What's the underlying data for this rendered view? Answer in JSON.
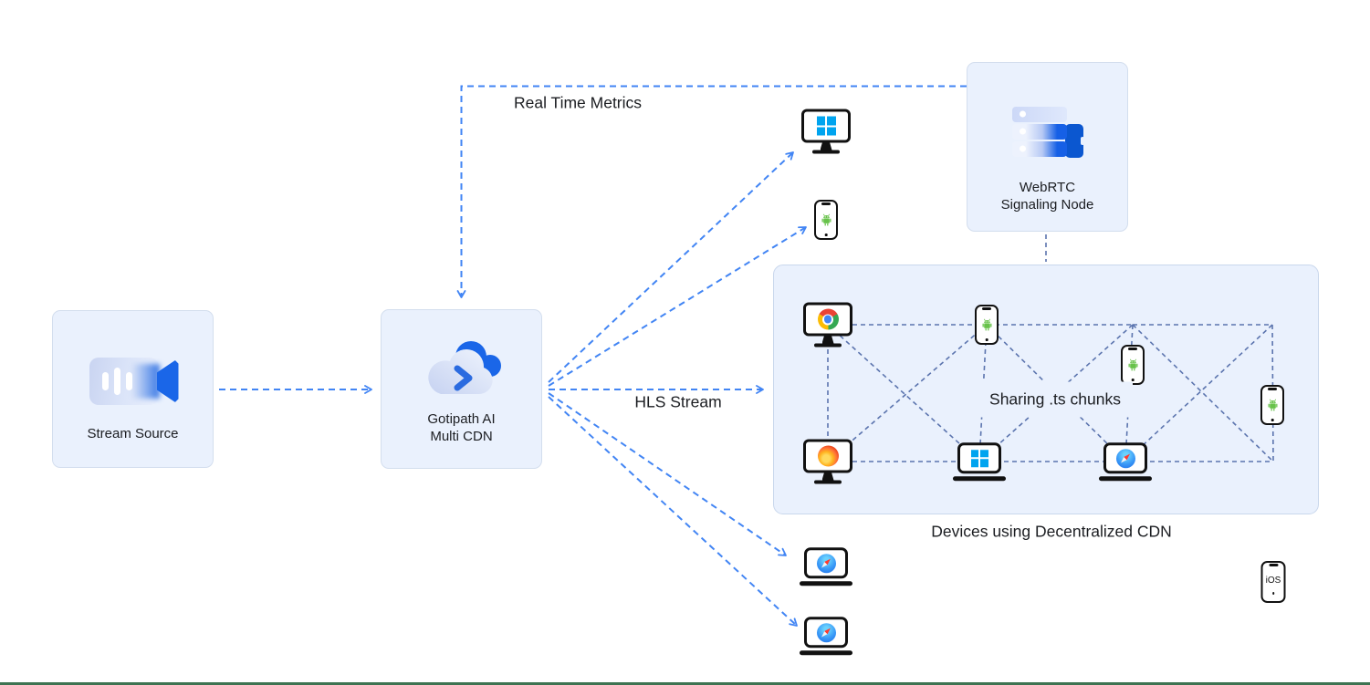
{
  "diagram": {
    "nodes": {
      "stream_source": {
        "label": "Stream Source",
        "icon": "video-camera-icon"
      },
      "cdn": {
        "label_line1": "Gotipath AI",
        "label_line2": "Multi CDN",
        "icon": "cloud-chevron-icon"
      },
      "webrtc": {
        "label_line1": "WebRTC",
        "label_line2": "Signaling Node",
        "icon": "server-stack-icon"
      }
    },
    "labels": {
      "real_time_metrics": "Real Time Metrics",
      "hls_stream": "HLS Stream",
      "sharing_chunks": "Sharing .ts chunks",
      "devices_caption": "Devices using Decentralized CDN",
      "ios_badge": "iOS"
    },
    "mesh": {
      "devices": [
        "monitor-chrome-icon",
        "phone-android-icon",
        "phone-android-icon",
        "phone-android-icon",
        "monitor-firefox-icon",
        "laptop-windows-icon",
        "laptop-safari-icon",
        "phone-ios-icon"
      ]
    },
    "standalone_devices": [
      "monitor-windows-icon",
      "phone-android-icon",
      "laptop-safari-icon",
      "laptop-safari-icon"
    ],
    "colors": {
      "arrow_blue": "#4285f4",
      "mesh_line_blue": "#5b74ae",
      "node_fill": "#eaf1fd",
      "node_border": "#d3deee",
      "brand_blue": "#1a66e8",
      "windows_blue": "#00a4ef",
      "android_green": "#67c24a",
      "chrome_red": "#ea4335",
      "chrome_yellow": "#fbbc05",
      "chrome_green": "#34a853",
      "chrome_blue": "#4285f4",
      "safari_red": "#ff3b30",
      "footer_green": "#3e7352",
      "text": "#1b1d21"
    }
  }
}
